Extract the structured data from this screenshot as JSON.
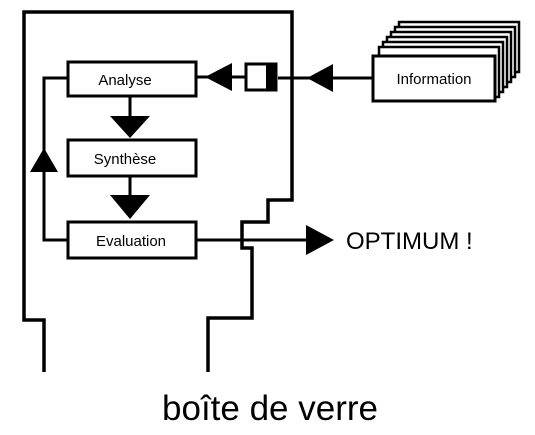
{
  "diagram": {
    "boxes": {
      "analyse": "Analyse",
      "synthese": "Synthèse",
      "evaluation": "Evaluation",
      "information": "Information"
    },
    "output_label": "OPTIMUM !",
    "caption": "boîte de verre"
  }
}
